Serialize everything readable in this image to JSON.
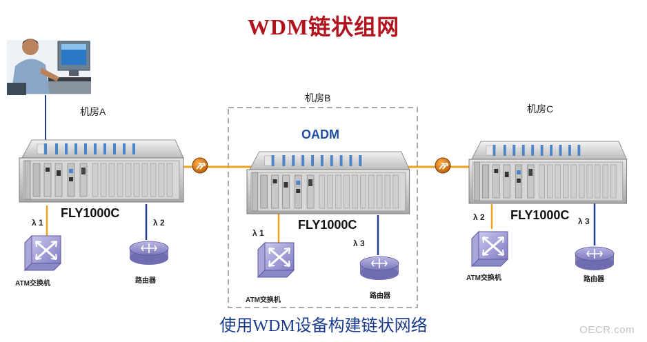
{
  "title": "WDM链状组网",
  "caption": "使用WDM设备构建链状网络",
  "watermark": "OECR.com",
  "rooms": {
    "a": "机房A",
    "b": "机房B",
    "c": "机房C"
  },
  "oadm_label": "OADM",
  "devices": {
    "a": {
      "model": "FLY1000C"
    },
    "b": {
      "model": "FLY1000C"
    },
    "c": {
      "model": "FLY1000C"
    }
  },
  "links": {
    "a_atm": {
      "lambda": "λ 1",
      "device": "ATM交换机"
    },
    "a_router": {
      "lambda": "λ 2",
      "device": "路由器"
    },
    "b_atm": {
      "lambda": "λ 1",
      "device": "ATM交换机"
    },
    "b_router": {
      "lambda": "λ 3",
      "device": "路由器"
    },
    "c_atm": {
      "lambda": "λ 2",
      "device": "ATM交换机"
    },
    "c_router": {
      "lambda": "λ 3",
      "device": "路由器"
    }
  },
  "colors": {
    "fiber": "#f2a01a",
    "drop_line": "#1f3f8f",
    "title": "#b1121c",
    "caption": "#1a3b8c"
  }
}
